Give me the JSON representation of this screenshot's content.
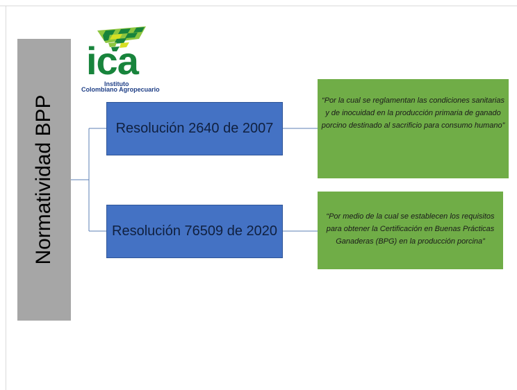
{
  "side_title": "Normatividad BPP",
  "logo": {
    "wordmark": "ica",
    "line1": "Instituto",
    "line2": "Colombiano Agropecuario",
    "colors": {
      "green": "#18843c",
      "light_green": "#8dc63f",
      "yellow": "#d7df23",
      "blue": "#1f3f86"
    }
  },
  "resolutions": [
    {
      "title": "Resolución 2640 de 2007",
      "description": "“Por la cual se reglamentan las condiciones sanitarias y de inocuidad en la producción primaria de ganado porcino destinado al sacrificio para consumo humano”"
    },
    {
      "title": "Resolución 76509 de 2020",
      "description": "“Por medio de la cual se establecen los requisitos para obtener la Certificación en Buenas Prácticas Ganaderas (BPG) en la producción porcina”"
    }
  ],
  "colors": {
    "side_panel": "#a6a6a6",
    "blue_box": "#4472c4",
    "green_box": "#70ad47",
    "connector": "#5b7fb5"
  }
}
